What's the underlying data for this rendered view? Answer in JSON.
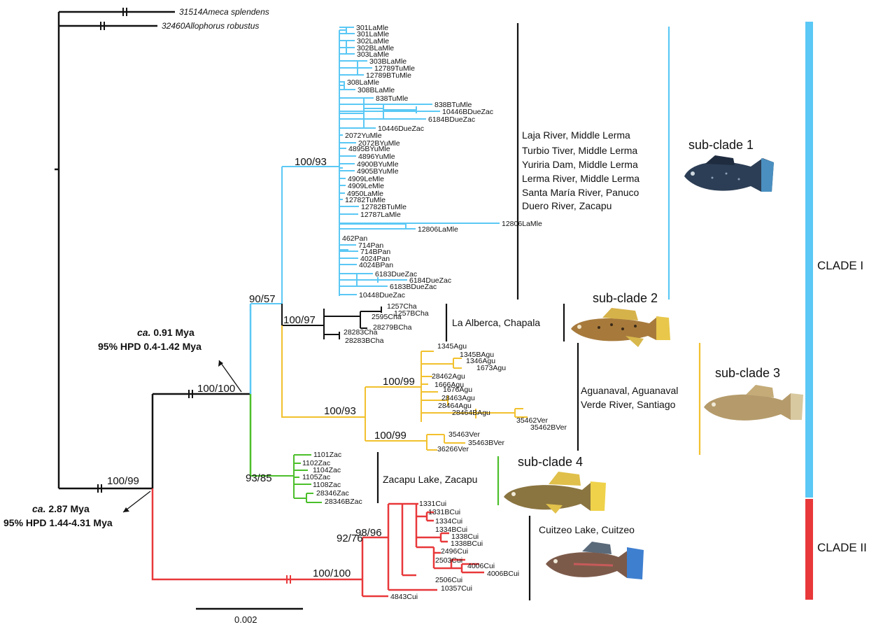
{
  "colors": {
    "subclade1": "#5bc8f5",
    "subclade2": "#111111",
    "subclade3": "#f2c12e",
    "subclade4": "#4bbf2a",
    "clade2": "#e8383a",
    "outgroup": "#111111",
    "clade1_bar": "#5bc8f5",
    "clade2_bar": "#e8383a"
  },
  "outgroups": [
    "31514Ameca splendens",
    "32460Allophorus robustus"
  ],
  "subclade1_leaves": [
    "301LaMle",
    "301LaMle",
    "302LaMle",
    "302BLaMle",
    "303LaMle",
    "303BLaMle",
    "12789TuMle",
    "12789BTuMle",
    "308LaMle",
    "308BLaMle",
    "838TuMle",
    "838BTuMle",
    "10446BDueZac",
    "6184BDueZac",
    "10446DueZac",
    "2072YuMle",
    "2072BYuMle",
    "4895BYuMle",
    "4896YuMle",
    "4900BYuMle",
    "4905BYuMle",
    "4909LeMle",
    "4909LeMle",
    "4950LaMle",
    "12782TuMle",
    "12782BTuMle",
    "12787LaMle",
    "12806LaMle",
    "12806LaMle",
    "462Pan",
    "714Pan",
    "714BPan",
    "4024Pan",
    "4024BPan",
    "6183DueZac",
    "6184DueZac",
    "6183BDueZac",
    "10448DueZac"
  ],
  "subclade2_leaves": [
    "1257Cha",
    "1257BCha",
    "2595Cha",
    "28279BCha",
    "28283Cha",
    "28283BCha"
  ],
  "subclade3_leaves": [
    "1345Agu",
    "1345BAgu",
    "1346Agu",
    "1673Agu",
    "28462Agu",
    "1666Agu",
    "1676Agu",
    "28463Agu",
    "28464Agu",
    "28464BAgu",
    "35462Ver",
    "35462BVer",
    "35463Ver",
    "35463BVer",
    "36266Ver"
  ],
  "subclade4_leaves": [
    "1101Zac",
    "1102Zac",
    "1104Zac",
    "1105Zac",
    "1108Zac",
    "28346Zac",
    "28346BZac"
  ],
  "clade2_leaves": [
    "1331Cui",
    "1331BCui",
    "1334Cui",
    "1334BCui",
    "1338Cui",
    "1338BCui",
    "2496Cui",
    "2503Cui",
    "4006Cui",
    "4006BCui",
    "2506Cui",
    "10357Cui",
    "4843Cui"
  ],
  "support": {
    "s1": "100/93",
    "s90": "90/57",
    "s2": "100/97",
    "s3": "100/93",
    "s3a": "100/99",
    "s3b": "100/99",
    "s4": "93/85",
    "clade1": "100/100",
    "root": "100/99",
    "c2": "100/100",
    "c2a": "92/76",
    "c2b": "98/96"
  },
  "localities": {
    "sub1": [
      "Laja River, Middle Lerma",
      "Turbio Tiver, Middle Lerma",
      "Yuriria Dam, Middle Lerma",
      "Lerma River, Middle Lerma",
      "Santa María River, Panuco",
      "Duero River, Zacapu"
    ],
    "sub2": [
      "La Alberca, Chapala"
    ],
    "sub3": [
      "Aguanaval, Aguanaval",
      "Verde River, Santiago"
    ],
    "sub4": [
      "Zacapu Lake, Zacapu"
    ],
    "clade2": [
      "Cuitzeo Lake, Cuitzeo"
    ]
  },
  "subclade_labels": [
    "sub-clade 1",
    "sub-clade 2",
    "sub-clade 3",
    "sub-clade 4"
  ],
  "clade_labels": [
    "CLADE I",
    "CLADE II"
  ],
  "dates": {
    "d1_prefix": "ca.",
    "d1_value": "0.91 Mya",
    "d1_hpd": "95% HPD 0.4-1.42 Mya",
    "d2_prefix": "ca.",
    "d2_value": "2.87 Mya",
    "d2_hpd": "95% HPD 1.44-4.31 Mya"
  },
  "scale_bar": "0.002"
}
